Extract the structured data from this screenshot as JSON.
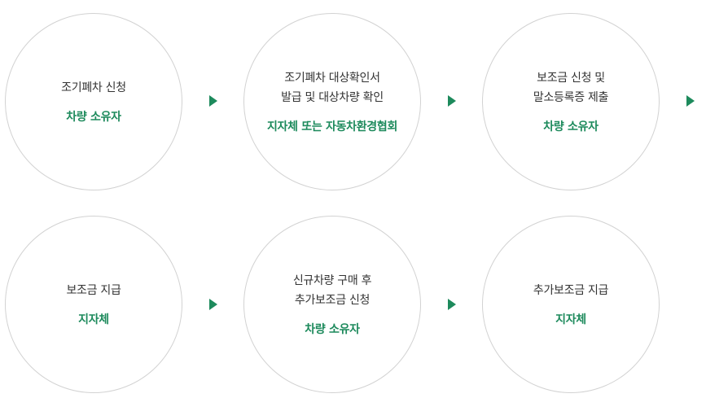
{
  "steps": [
    {
      "title": "조기폐차 신청",
      "actor": "차량 소유자"
    },
    {
      "title": "조기폐차 대상확인서\n발급 및 대상차량 확인",
      "actor": "지자체 또는 자동차환경협회"
    },
    {
      "title": "보조금 신청 및\n말소등록증 제출",
      "actor": "차량 소유자"
    },
    {
      "title": "보조금 지급",
      "actor": "지자체"
    },
    {
      "title": "신규차량 구매 후\n추가보조금 신청",
      "actor": "차량 소유자"
    },
    {
      "title": "추가보조금 지급",
      "actor": "지자체"
    }
  ],
  "colors": {
    "accent": "#1d8a5c",
    "circle_border": "#d2d2d2",
    "text": "#333333"
  },
  "icons": {
    "arrow": "triangle-right-icon"
  }
}
